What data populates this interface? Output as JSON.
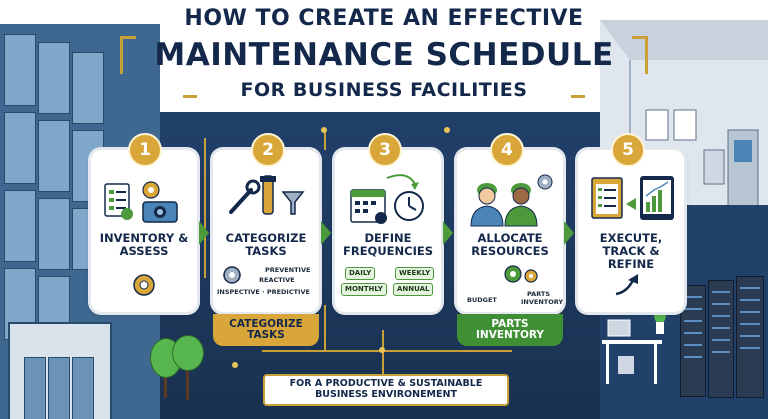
{
  "title": {
    "line1": "HOW TO CREATE AN EFFECTIVE",
    "line2": "MAINTENANCE SCHEDULE",
    "line3": "FOR BUSINESS FACILITIES"
  },
  "steps": [
    {
      "number": "1",
      "title": "INVENTORY & ASSESS"
    },
    {
      "number": "2",
      "title": "CATEGORIZE TASKS",
      "labels": [
        "PREVENTIVE",
        "REACTIVE",
        "INSPECTIVE · PREDICTIVE"
      ],
      "band": "CATEGORIZE TASKS"
    },
    {
      "number": "3",
      "title": "DEFINE FREQUENCIES",
      "tags": [
        "DAILY",
        "WEEKLY",
        "MONTHLY",
        "ANNUAL"
      ]
    },
    {
      "number": "4",
      "title": "ALLOCATE RESOURCES",
      "labels": [
        "BUDGET",
        "PARTS",
        "INVENTORY"
      ],
      "band": "PARTS INVENTORY"
    },
    {
      "number": "5",
      "title": "EXECUTE, TRACK & REFINE"
    }
  ],
  "footer": {
    "line1": "FOR A PRODUCTIVE & SUSTAINABLE",
    "line2": "BUSINESS ENVIRONEMENT"
  },
  "colors": {
    "navy": "#13284a",
    "gold": "#c9a037",
    "green": "#4c9a3c",
    "background": "#21406a"
  }
}
